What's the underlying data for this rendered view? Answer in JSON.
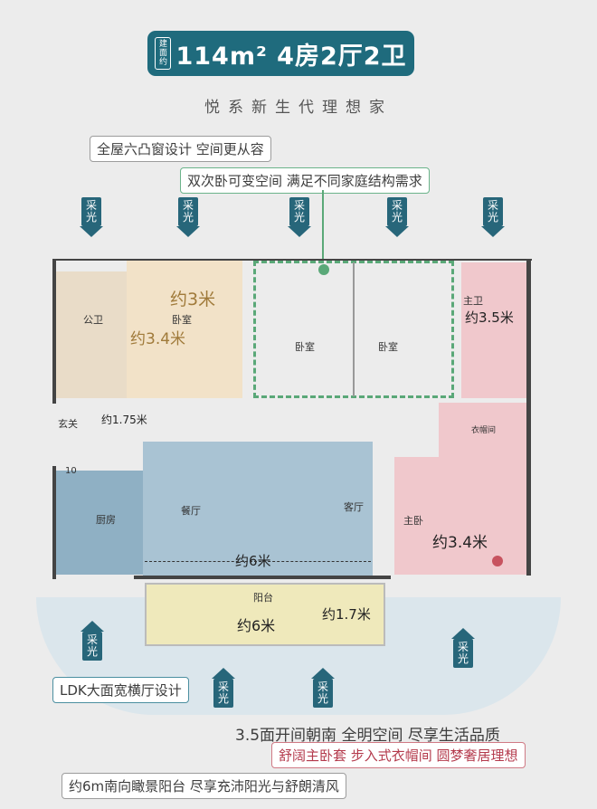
{
  "header": {
    "area_small_label": "建面约",
    "title": "114m² 4房2厅2卫",
    "subtitle": "悦系新生代理想家"
  },
  "callouts": {
    "bay_windows": "全屋六凸窗设计 空间更从容",
    "dual_bedroom": "双次卧可变空间 满足不同家庭结构需求",
    "ldk": "LDK大面宽横厅设计",
    "south": "3.5面开间朝南 全明空间 尽享生活品质",
    "master": "舒阔主卧套 步入式衣帽间 圆梦奢居理想",
    "balcony": "约6m南向瞰景阳台 尽享充沛阳光与舒朗清风"
  },
  "sunlight_label": "采光",
  "rooms": {
    "public_bath": "公卫",
    "bedroom": "卧室",
    "master_bath": "主卫",
    "foyer": "玄关",
    "cloakroom": "衣帽间",
    "kitchen": "厨房",
    "dining": "餐厅",
    "living": "客厅",
    "master_bedroom": "主卧",
    "balcony": "阳台"
  },
  "dimensions": {
    "bed1_w": "约3米",
    "bed1_h": "约3.4米",
    "master_bath": "约3.5米",
    "foyer": "约1.75米",
    "living_w": "约6米",
    "master_w": "约3.4米",
    "balcony_w": "约6米",
    "balcony_h": "约1.7米"
  },
  "fridge_label": "10",
  "colors": {
    "teal": "#1f6b7d",
    "bedroom": "#f2e2c8",
    "bath": "#e9dcc8",
    "living": "#a9c3d3",
    "kitchen": "#8fb0c4",
    "master": "#f0c8cc",
    "balcony": "#efe9bb",
    "green": "#5aa878"
  }
}
